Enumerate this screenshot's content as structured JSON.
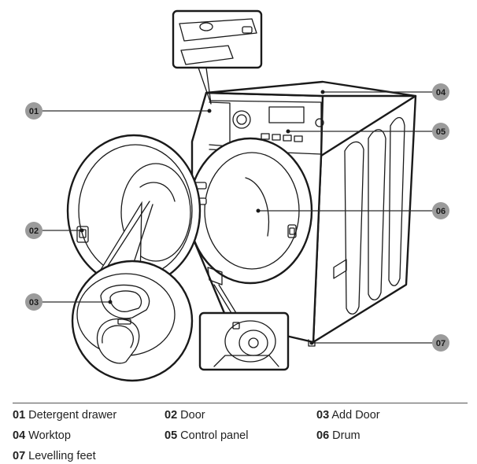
{
  "callouts": [
    {
      "number": "01",
      "label": "Detergent drawer"
    },
    {
      "number": "02",
      "label": "Door"
    },
    {
      "number": "03",
      "label": "Add Door"
    },
    {
      "number": "04",
      "label": "Worktop"
    },
    {
      "number": "05",
      "label": "Control panel"
    },
    {
      "number": "06",
      "label": "Drum"
    },
    {
      "number": "07",
      "label": "Levelling feet"
    }
  ]
}
